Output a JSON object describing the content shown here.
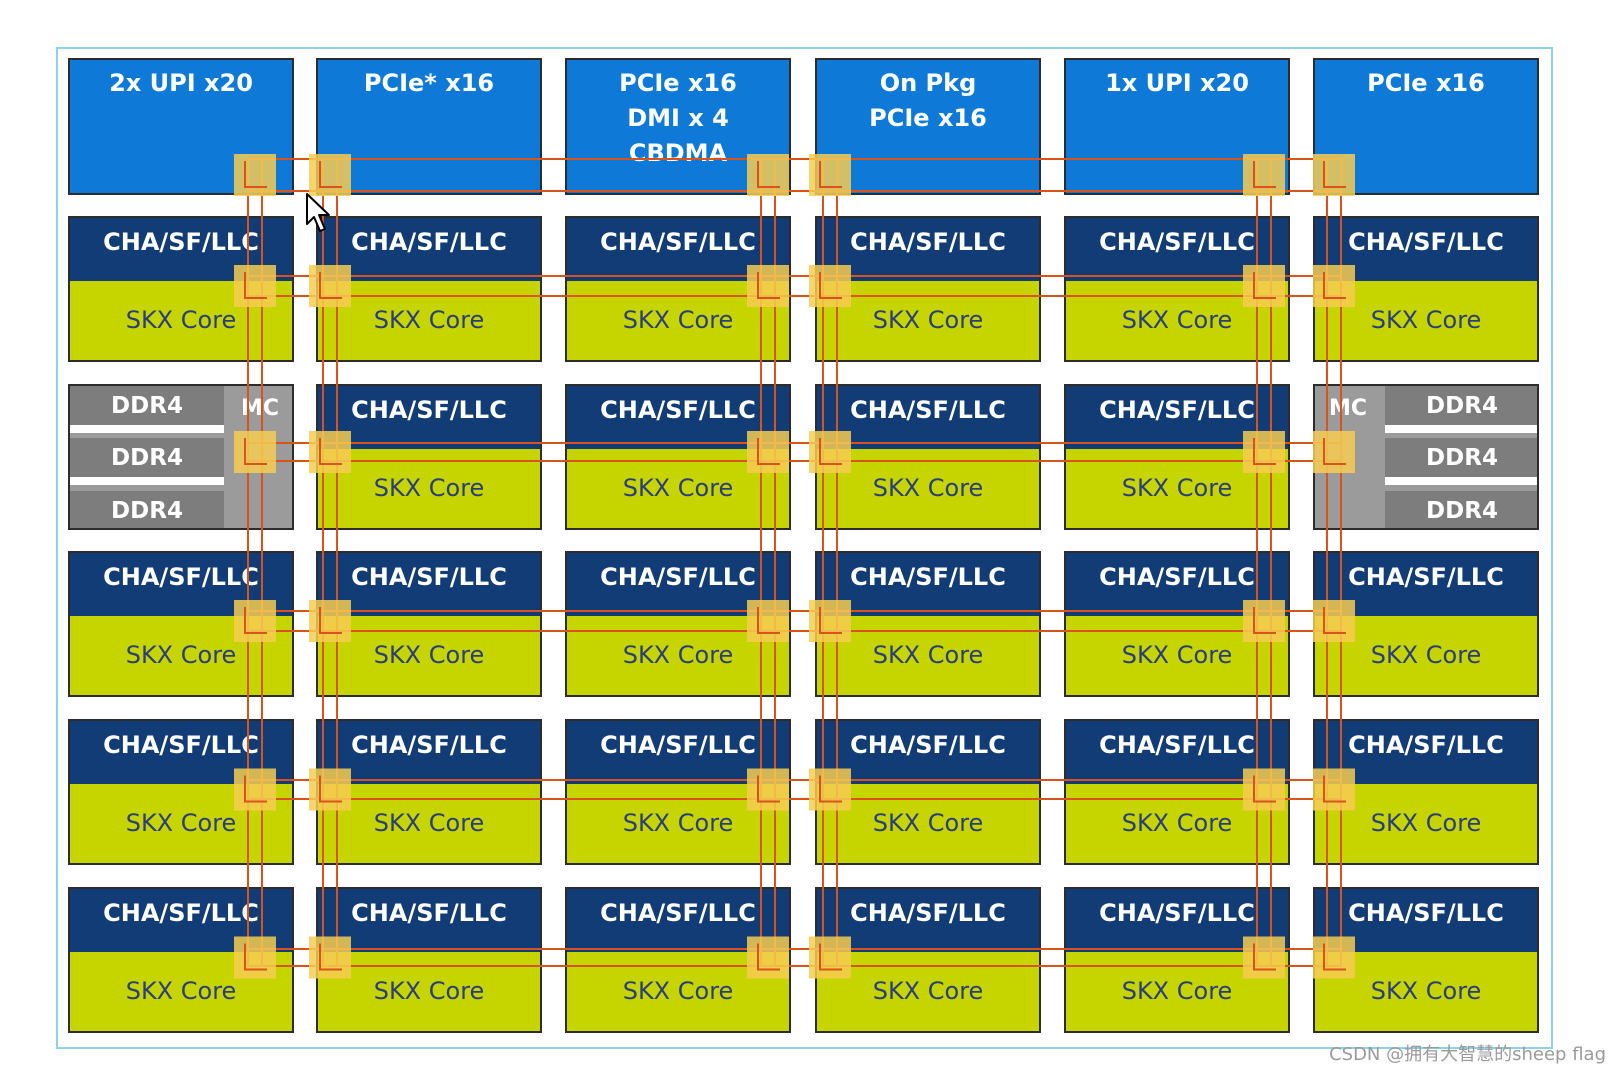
{
  "io_tiles": [
    {
      "lines": [
        "2x UPI x20"
      ]
    },
    {
      "lines": [
        "PCIe* x16"
      ]
    },
    {
      "lines": [
        "PCIe x16",
        "DMI x 4",
        "CBDMA"
      ]
    },
    {
      "lines": [
        "On Pkg",
        "PCIe x16"
      ]
    },
    {
      "lines": [
        "1x UPI x20"
      ]
    },
    {
      "lines": [
        "PCIe x16"
      ]
    }
  ],
  "core_tile": {
    "cha_label": "CHA/SF/LLC",
    "core_label": "SKX Core"
  },
  "memory_controller": {
    "mc_label": "MC",
    "dimm_label": "DDR4",
    "dimm_count": 3
  },
  "colors": {
    "io_blue": "#0e79d6",
    "cha_navy": "#123c75",
    "core_lime": "#c6d400",
    "mc_gray": "#9b9b9b",
    "mesh_stop": "#f6cd52",
    "mesh_line": "#d9531c"
  },
  "watermark": "CSDN @拥有大智慧的sheep flag"
}
